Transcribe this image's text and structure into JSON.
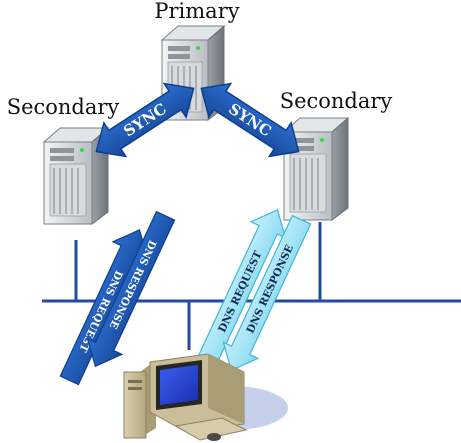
{
  "diagram": {
    "nodes": {
      "primary": {
        "label": "Primary"
      },
      "secondary_left": {
        "label": "Secondary"
      },
      "secondary_right": {
        "label": "Secondary"
      },
      "client": {
        "icon": "desktop-computer-icon"
      }
    },
    "arrows": {
      "sync_left": {
        "label": "SYNC"
      },
      "sync_right": {
        "label": "SYNC"
      },
      "left_request": {
        "label": "DNS REQUEST"
      },
      "left_response": {
        "label": "DNS RESPONSE"
      },
      "right_request": {
        "label": "DNS REQUEST"
      },
      "right_response": {
        "label": "DNS RESPONSE"
      }
    },
    "colors": {
      "dark_arrow": "#1e5bb5",
      "dark_arrow_stroke": "#0f3f8c",
      "light_arrow": "#9fe4f7",
      "light_arrow_stroke": "#3fb6dd",
      "network_line": "#1f4e9c",
      "server_body": "#c9cdd2",
      "server_side": "#8d939a"
    }
  }
}
